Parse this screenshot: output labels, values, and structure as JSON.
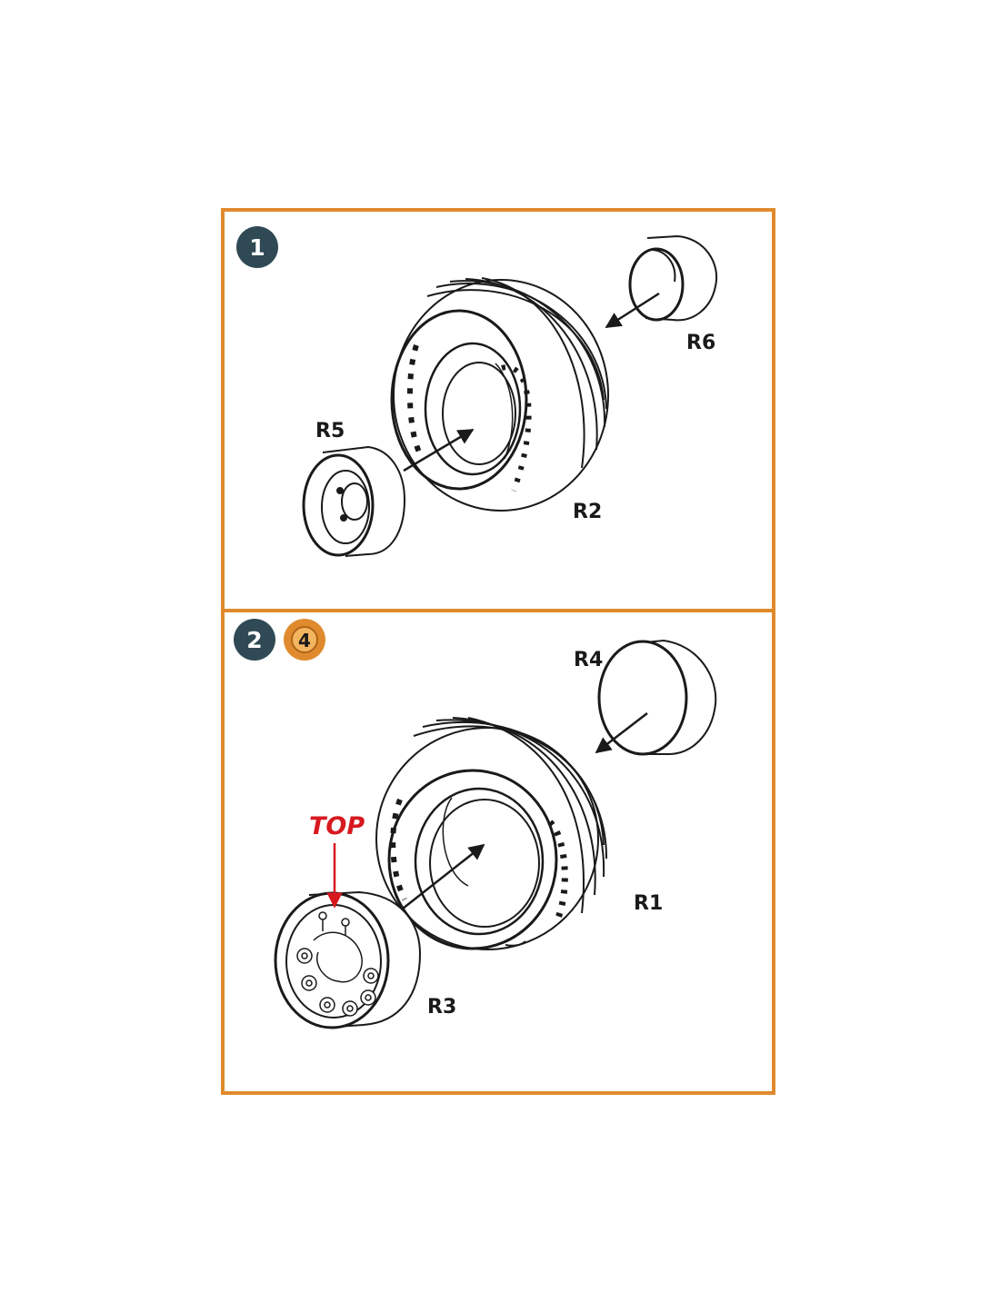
{
  "colors": {
    "frame": "#e08a2e",
    "step_badge": "#2f4a55",
    "ref_badge": "#e08a2e",
    "callout": "#d7191f",
    "line": "#1a1a1a"
  },
  "step1": {
    "badge": "1",
    "labels": {
      "hub_outer": "R6",
      "hub_inner": "R5",
      "tire": "R2"
    }
  },
  "step2": {
    "badge": "2",
    "ref_badge": "4",
    "labels": {
      "hub_outer": "R4",
      "hub_inner": "R3",
      "tire": "R1"
    },
    "callout": "TOP"
  }
}
